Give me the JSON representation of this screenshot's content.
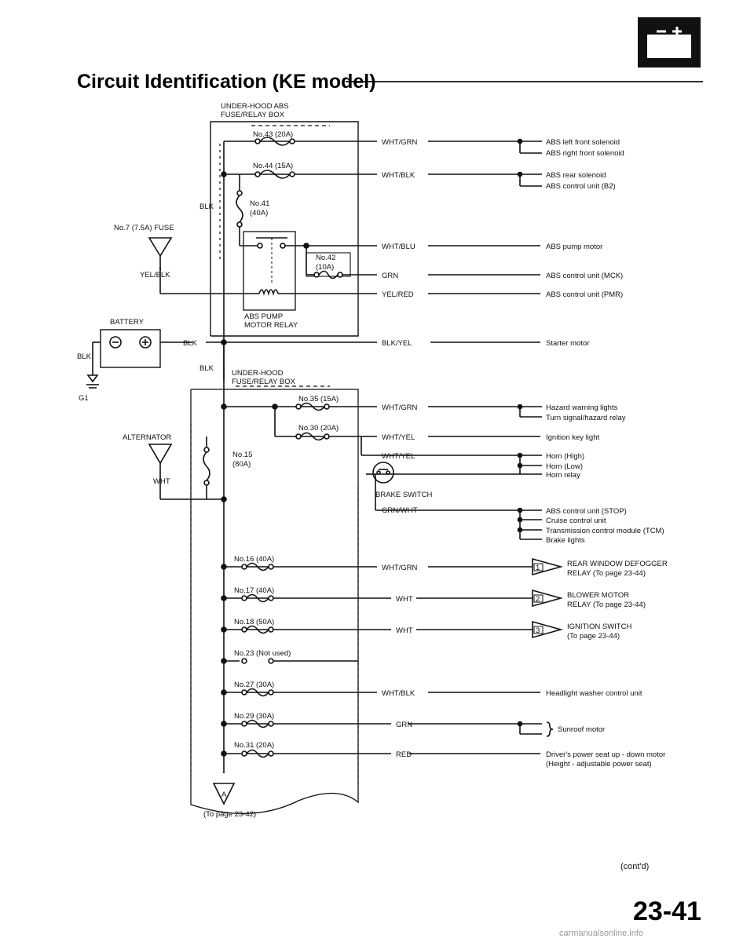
{
  "title": "Circuit Identification (KE model)",
  "page_number": "23-41",
  "contd": "(cont'd)",
  "watermark": "carmanualsonline.info",
  "box1_title": [
    "UNDER-HOOD ABS",
    "FUSE/RELAY BOX"
  ],
  "box2_title": [
    "UNDER-HOOD",
    "FUSE/RELAY BOX"
  ],
  "fuses1": {
    "f43": "No.43 (20A)",
    "f44": "No.44 (15A)",
    "f41": [
      "No.41",
      "(40A)"
    ],
    "f42": [
      "No.42",
      "(10A)"
    ],
    "pump_relay": [
      "ABS PUMP",
      "MOTOR RELAY"
    ]
  },
  "fuse7": "No.7 (7.5A) FUSE",
  "battery": "BATTERY",
  "alternator": "ALTERNATOR",
  "ground": "G1",
  "left_wires": {
    "yel_blk": "YEL/BLK",
    "blk": "BLK",
    "wht": "WHT"
  },
  "wires1": [
    "WHT/GRN",
    "WHT/BLK",
    "WHT/BLU",
    "GRN",
    "YEL/RED",
    "BLK/YEL"
  ],
  "loads1": {
    "abs_left_front": "ABS left front solenoid",
    "abs_right_front": "ABS right front solenoid",
    "abs_rear": "ABS rear solenoid",
    "abs_control_b2": "ABS control unit (B2)",
    "abs_pump": "ABS pump motor",
    "abs_mck": "ABS control unit (MCK)",
    "abs_pmr": "ABS control unit (PMR)",
    "starter": "Starter motor"
  },
  "fuses2": {
    "f35": "No.35 (15A)",
    "f30": "No.30 (20A)",
    "f15": [
      "No.15",
      "(80A)"
    ],
    "f16": "No.16 (40A)",
    "f17": "No.17 (40A)",
    "f18": "No.18 (50A)",
    "f23": "No.23 (Not used)",
    "f27": "No.27 (30A)",
    "f29": "No.29 (30A)",
    "f31": "No.31 (20A)"
  },
  "brake_switch": "BRAKE SWITCH",
  "wires2": {
    "w35": "WHT/GRN",
    "w30": "WHT/YEL",
    "w15": "WHT/YEL",
    "brake": "GRN/WHT",
    "w16": "WHT/GRN",
    "w17": "WHT",
    "w18": "WHT",
    "w27": "WHT/BLK",
    "w29": "GRN",
    "w31": "RED"
  },
  "loads2": {
    "hazard": "Hazard warning lights",
    "turn": "Turn signal/hazard relay",
    "ignition_light": "Ignition key light",
    "horn_high": "Horn (High)",
    "horn_low": "Horn (Low)",
    "horn_relay": "Horn relay",
    "abs_stop": "ABS control unit (STOP)",
    "cruise": "Cruise control unit",
    "tcm": "Transmission control module (TCM)",
    "brake_lights": "Brake lights",
    "headlight_washer": "Headlight washer control unit",
    "sunroof": "Sunroof motor",
    "power_seat": [
      "Driver's power seat up - down motor",
      "(Height - adjustable power seat)"
    ]
  },
  "connectors": [
    {
      "num": "1",
      "lines": [
        "REAR WINDOW DEFOGGER",
        "RELAY (To page 23-44)"
      ]
    },
    {
      "num": "2",
      "lines": [
        "BLOWER MOTOR",
        "RELAY (To page 23-44)"
      ]
    },
    {
      "num": "3",
      "lines": [
        "IGNITION SWITCH",
        "(To page 23-44)"
      ]
    }
  ],
  "connector_a": "A",
  "to_page": "(To page 23-42)",
  "colors": {
    "ink": "#111111",
    "background": "#ffffff"
  },
  "icons": [
    "battery-header-icon"
  ]
}
